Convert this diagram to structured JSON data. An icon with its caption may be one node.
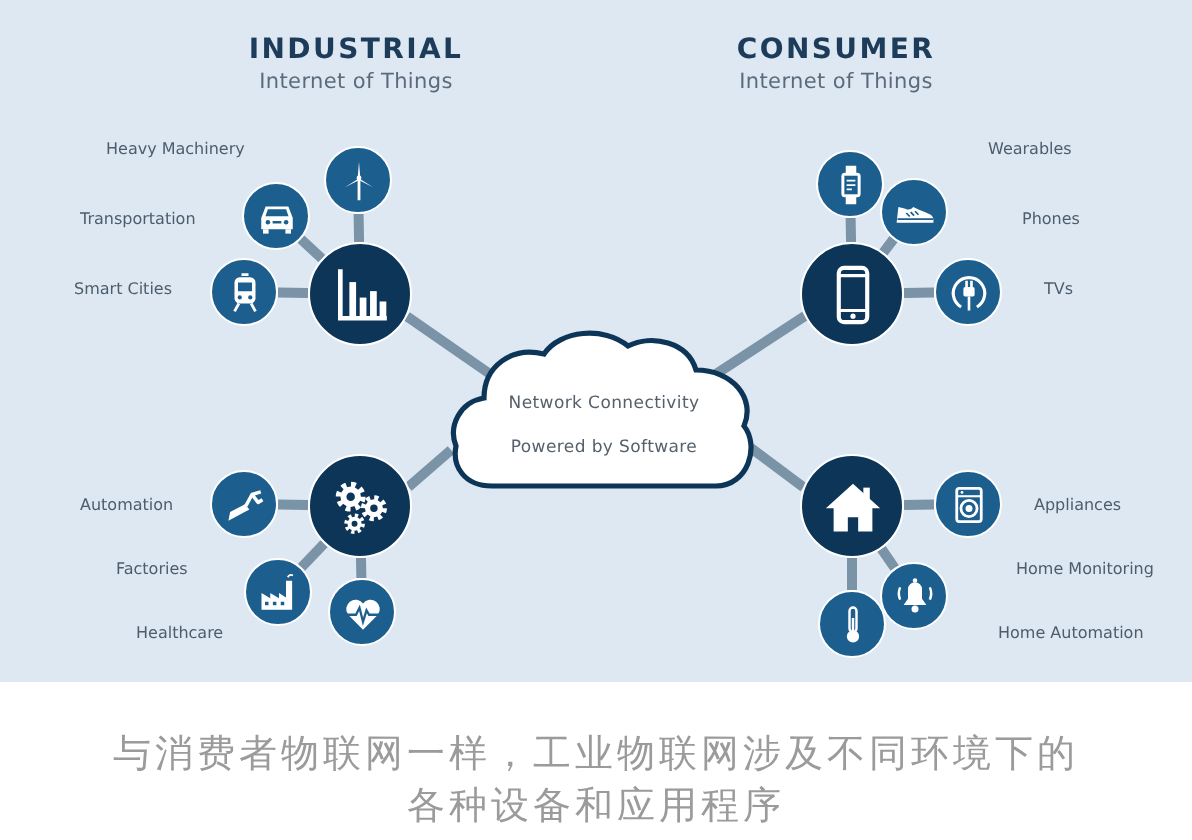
{
  "diagram": {
    "caption": "与消费者物联网一样，工业物联网涉及不同环境下的各种设备和应用程序",
    "nodes": [
      {
        "text": [],
        "shape": "circle"
      },
      {
        "text": [],
        "shape": "circle"
      },
      {
        "text": [],
        "shape": "circle"
      },
      {
        "text": [],
        "shape": "circle"
      },
      {
        "text": [],
        "shape": "circle"
      },
      {
        "text": [],
        "shape": "circle"
      },
      {
        "text": [],
        "shape": "circle"
      },
      {
        "text": [],
        "shape": "circle"
      },
      {
        "text": [
          "Network Connectivity",
          "Powered by Software"
        ]
      },
      {
        "text": [],
        "shape": "circle"
      },
      {
        "text": [],
        "shape": "circle"
      },
      {
        "text": [],
        "shape": "circle"
      },
      {
        "text": [],
        "shape": "circle"
      },
      {
        "text": [],
        "shape": "circle"
      },
      {
        "text": [],
        "shape": "circle"
      },
      {
        "text": [],
        "shape": "circle"
      },
      {
        "text": [],
        "shape": "circle"
      }
    ],
    "edges": [
      {
        "from": 3,
        "to": 0,
        "arrow": "none"
      },
      {
        "from": 3,
        "to": 1,
        "arrow": "none"
      },
      {
        "from": 3,
        "to": 2,
        "arrow": "none"
      },
      {
        "from": 7,
        "to": 4,
        "arrow": "none"
      },
      {
        "from": 7,
        "to": 5,
        "arrow": "none"
      },
      {
        "from": 7,
        "to": 6,
        "arrow": "none"
      },
      {
        "from": 8,
        "to": 3,
        "arrow": "none"
      },
      {
        "from": 8,
        "to": 7,
        "arrow": "none"
      },
      {
        "from": 8,
        "to": 9,
        "arrow": "none"
      },
      {
        "from": 8,
        "to": 13,
        "arrow": "none"
      },
      {
        "from": 9,
        "to": 10,
        "arrow": "none"
      },
      {
        "from": 9,
        "to": 11,
        "arrow": "none"
      },
      {
        "from": 9,
        "to": 12,
        "arrow": "none"
      },
      {
        "from": 13,
        "to": 14,
        "arrow": "none"
      },
      {
        "from": 13,
        "to": 15,
        "arrow": "none"
      },
      {
        "from": 13,
        "to": 16,
        "arrow": "none"
      }
    ],
    "labels": [
      "INDUSTRIAL",
      "Internet of Things",
      "CONSUMER",
      "Internet of Things",
      "Heavy Machinery",
      "Wearables",
      "Transportation",
      "Phones",
      "Smart Cities",
      "TVs",
      "Automation",
      "Appliances",
      "Factories",
      "Home Monitoring",
      "Healthcare",
      "Home Automation"
    ]
  }
}
